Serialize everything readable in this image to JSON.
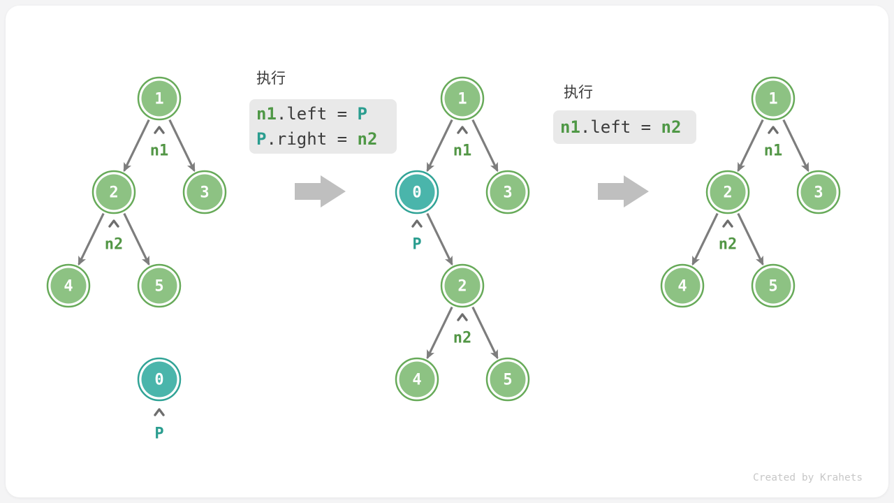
{
  "trees": {
    "left": {
      "nodes": [
        "1",
        "2",
        "3",
        "4",
        "5",
        "0"
      ],
      "labels": [
        "n1",
        "n2",
        "P"
      ]
    },
    "middle": {
      "nodes": [
        "1",
        "0",
        "3",
        "2",
        "4",
        "5"
      ],
      "labels": [
        "n1",
        "P",
        "n2"
      ]
    },
    "right": {
      "nodes": [
        "1",
        "2",
        "3",
        "4",
        "5"
      ],
      "labels": [
        "n1",
        "n2"
      ]
    }
  },
  "steps": [
    {
      "title": "执行",
      "lines": [
        {
          "tokens": [
            {
              "text": "n1"
            },
            {
              "text": ".left = "
            },
            {
              "text": "P"
            }
          ]
        },
        {
          "tokens": [
            {
              "text": "P"
            },
            {
              "text": ".right = "
            },
            {
              "text": "n2"
            }
          ]
        }
      ]
    },
    {
      "title": "执行",
      "lines": [
        {
          "tokens": [
            {
              "text": "n1"
            },
            {
              "text": ".left = "
            },
            {
              "text": "n2"
            }
          ]
        }
      ]
    }
  ],
  "watermark": "Created by Krahets",
  "colors": {
    "node_green_fill": "#8dc283",
    "node_green_border": "#67aa59",
    "node_teal_fill": "#4ab5ab",
    "node_teal_border": "#30a396",
    "label_green": "#529645",
    "label_teal": "#2a9d8f",
    "code_text": "#3c3c3c",
    "code_background": "#e9e9e9",
    "edge_gray": "#7d7d7d",
    "transition_arrow_gray": "#bfbfbf",
    "watermark_gray": "#c7c7c7",
    "card_background": "#ffffff",
    "page_background": "#f4f4f5"
  }
}
